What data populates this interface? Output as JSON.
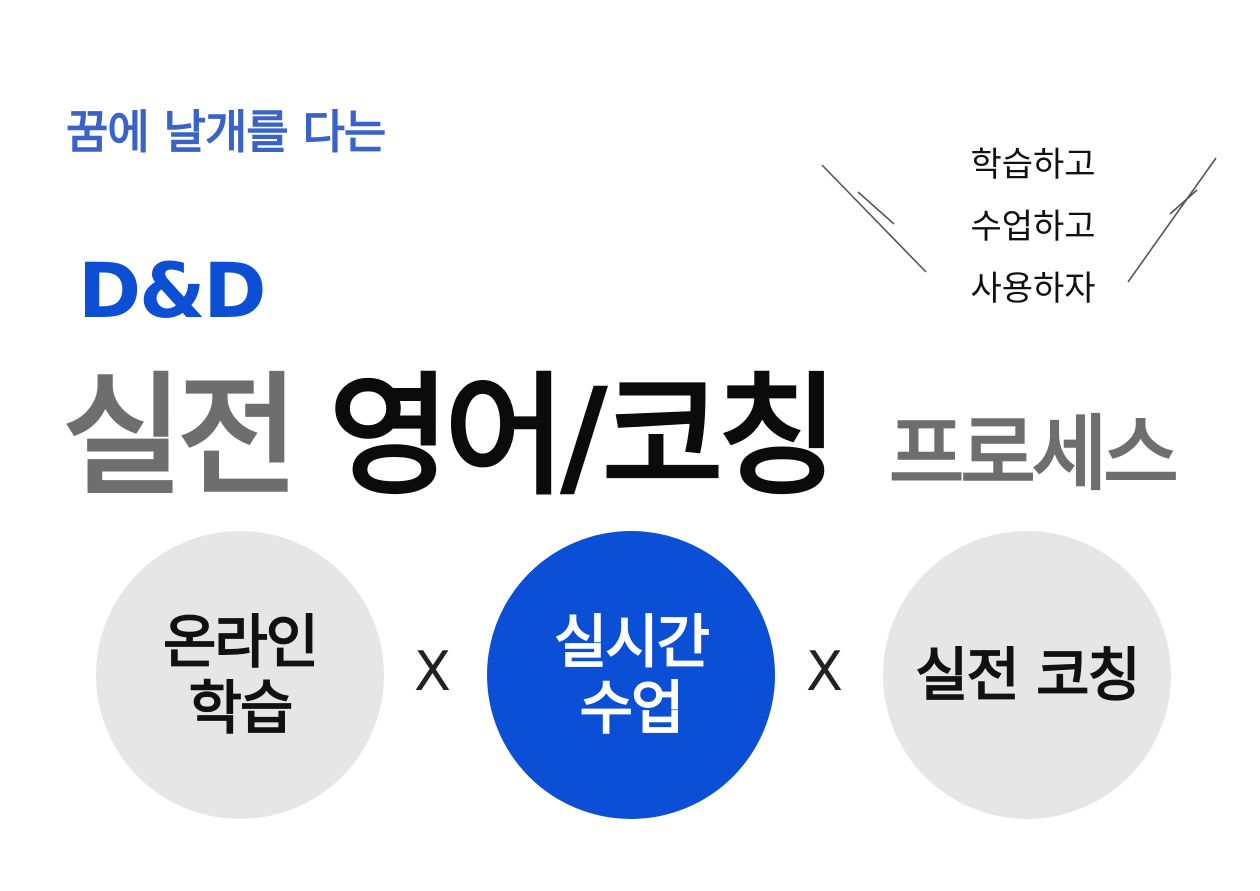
{
  "header": {
    "tagline": "꿈에 날개를 다는",
    "brand": "D&D"
  },
  "headline": {
    "part1": "실전",
    "part2": "영어/코칭",
    "part3": "프로세스"
  },
  "slogan": {
    "lines": [
      "학습하고",
      "수업하고",
      "사용하자"
    ]
  },
  "steps": [
    {
      "lines": [
        "온라인",
        "학습"
      ]
    },
    {
      "lines": [
        "실시간",
        "수업"
      ]
    },
    {
      "lines": [
        "실전 코칭"
      ]
    }
  ],
  "operators": [
    "X",
    "X"
  ],
  "colors": {
    "accent_blue": "#0a4fd6",
    "tagline_blue": "#3a63c9",
    "headline_gray": "#6e6e6e",
    "circle_gray": "#e6e6e6"
  }
}
